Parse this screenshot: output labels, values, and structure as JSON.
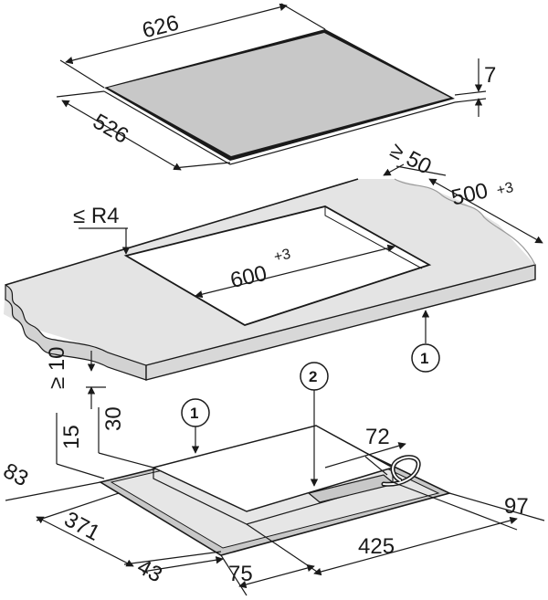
{
  "dimensions": {
    "hob_width": "626",
    "hob_depth": "526",
    "hob_height": "7",
    "min_wall_distance": "≥ 50",
    "cutout_depth": "500",
    "cutout_depth_tol": "+3",
    "corner_radius": "≤ R4",
    "cutout_width": "600",
    "cutout_width_tol": "+3",
    "min_front_distance": "≥ 10",
    "dim_15": "15",
    "dim_30": "30",
    "dim_72": "72",
    "dim_83": "83",
    "dim_371": "371",
    "dim_425": "425",
    "dim_97": "97",
    "dim_43": "43",
    "dim_75": "75"
  },
  "callouts": {
    "c1_top": "1",
    "c1_bottom": "1",
    "c2": "2"
  },
  "colors": {
    "line": "#1a1a1a",
    "glass": "#c8c8c8",
    "worktop": "#e4e4e4",
    "worktop_edge": "#d2d2d2"
  }
}
